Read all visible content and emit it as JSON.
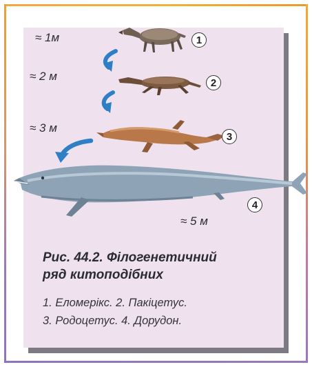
{
  "figure": {
    "sizes": {
      "s1": "≈ 1м",
      "s2": "≈ 2 м",
      "s3": "≈ 3 м",
      "s4": "≈ 5 м"
    },
    "badges": [
      "1",
      "2",
      "3",
      "4"
    ],
    "caption_title_line1": "Рис. 44.2. Філогенетичний",
    "caption_title_line2": "ряд китоподібних",
    "caption_line1": "1. Еломерікс. 2. Пакіцетус.",
    "caption_line2": "3. Родоцетус. 4. Дорудон."
  },
  "colors": {
    "panel": "#efe2ee",
    "arrow": "#2f7fc6",
    "frame_orange": "#f0a936",
    "frame_purple": "#8e74bd"
  },
  "icons": {
    "arrow": "curved-arrow-icon"
  }
}
